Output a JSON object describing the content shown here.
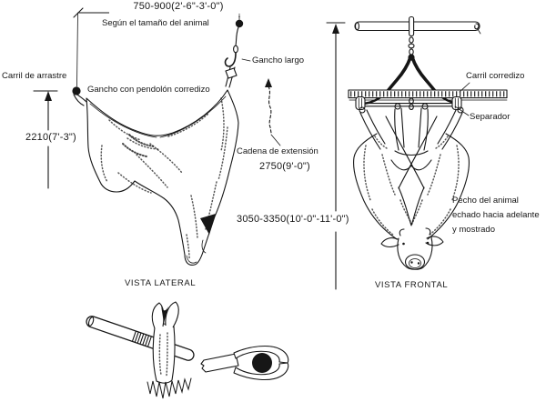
{
  "colors": {
    "ink": "#161616",
    "paper": "#ffffff"
  },
  "side_view": {
    "title": "VISTA LATERAL",
    "width_dim": "750-900(2'-6\"-3'-0\")",
    "width_note": "Según el tamaño del animal",
    "height_dim": "2210(7'-3\")",
    "labels": {
      "drag_rail": "Carril de arrastre",
      "sliding_pendant_hook": "Gancho con pendolón corredizo",
      "long_hook": "Gancho largo",
      "extension_chain": "Cadena de extensión",
      "extension_chain_dim": "2750(9'-0\")"
    }
  },
  "front_view": {
    "title": "VISTA FRONTAL",
    "height_dim": "3050-3350(10'-0\"-11'-0\")",
    "labels": {
      "sliding_rail": "Carril corredizo",
      "spreader": "Separador",
      "chest_note_line1": "Pecho del animal",
      "chest_note_line2": "echado hacia adelante",
      "chest_note_line3": "y mostrado"
    }
  }
}
